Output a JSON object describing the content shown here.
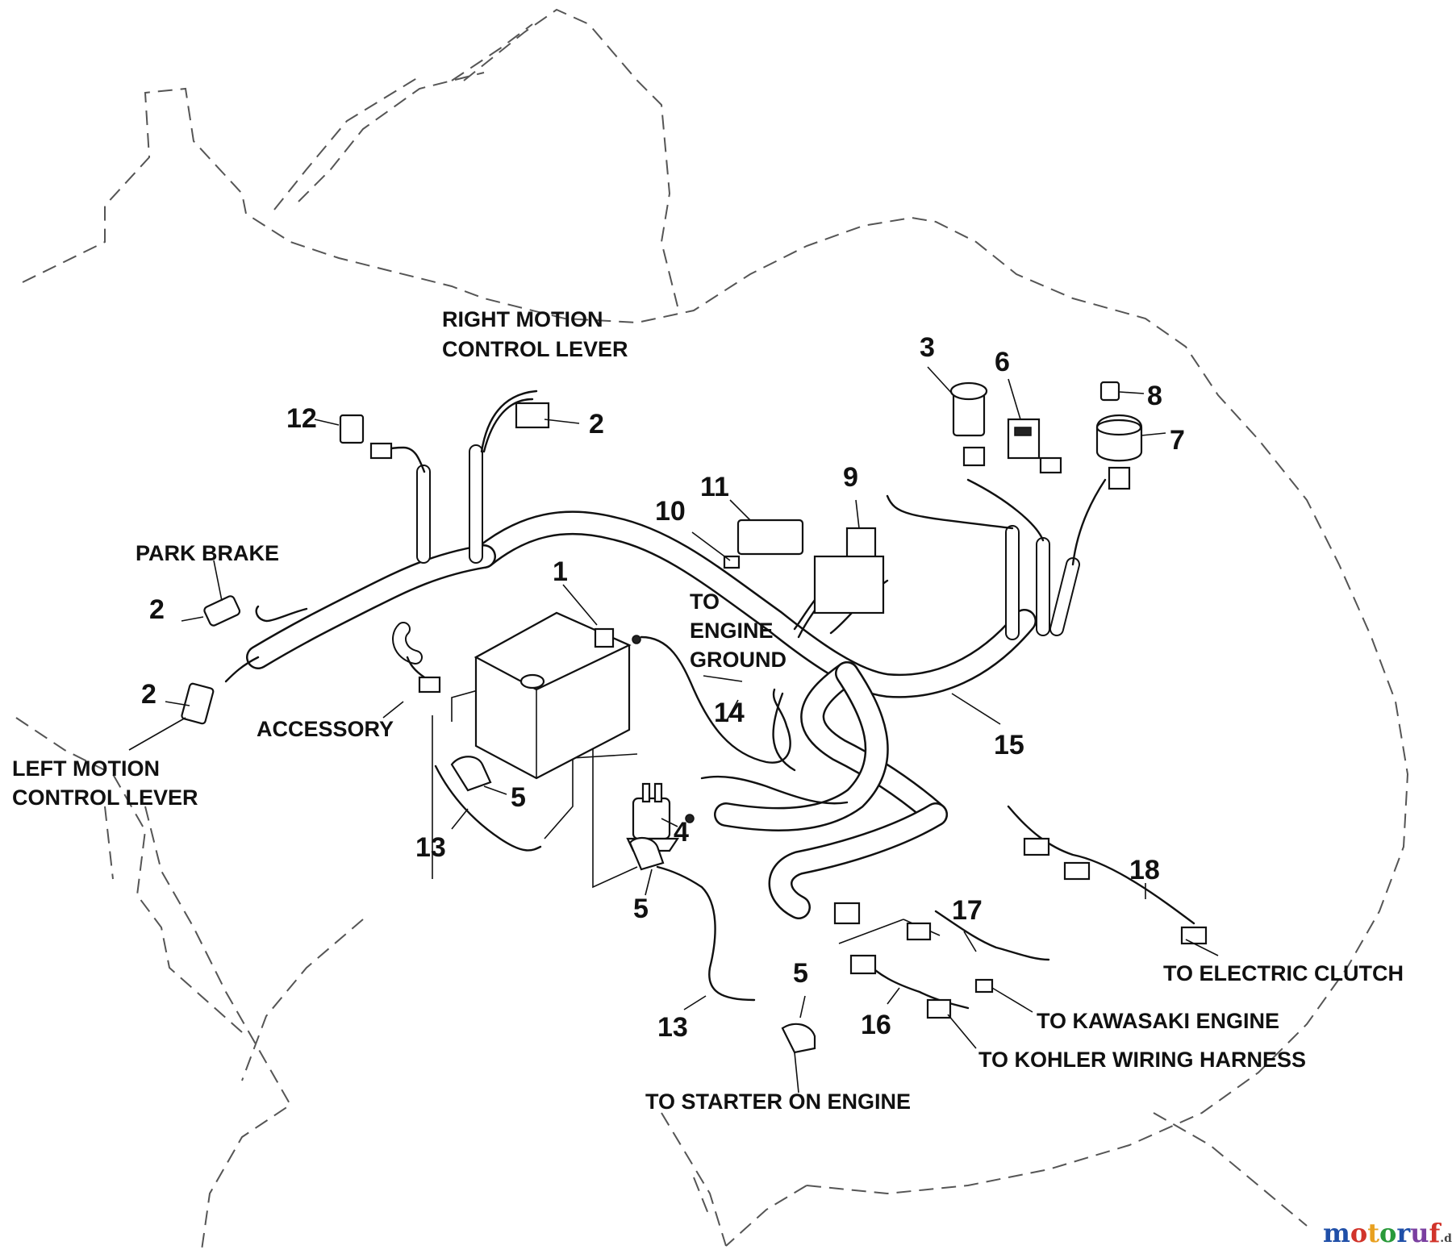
{
  "callouts": {
    "n1": "1",
    "n2a": "2",
    "n2b": "2",
    "n2c": "2",
    "n3": "3",
    "n4": "4",
    "n5a": "5",
    "n5b": "5",
    "n5c": "5",
    "n6": "6",
    "n7": "7",
    "n8": "8",
    "n9": "9",
    "n10": "10",
    "n11": "11",
    "n12": "12",
    "n13a": "13",
    "n13b": "13",
    "n14": "14",
    "n15": "15",
    "n16": "16",
    "n17": "17",
    "n18": "18"
  },
  "labels": {
    "right_motion_1": "RIGHT MOTION",
    "right_motion_2": "CONTROL LEVER",
    "park_brake": "PARK BRAKE",
    "left_motion_1": "LEFT MOTION",
    "left_motion_2": "CONTROL LEVER",
    "accessory": "ACCESSORY",
    "engine_ground_1": "TO",
    "engine_ground_2": "ENGINE",
    "engine_ground_3": "GROUND",
    "electric_clutch": "TO ELECTRIC CLUTCH",
    "kawasaki": "TO KAWASAKI ENGINE",
    "kohler": "TO KOHLER WIRING HARNESS",
    "starter": "TO STARTER ON ENGINE"
  },
  "watermark": {
    "letters": [
      "m",
      "o",
      "t",
      "o",
      "r",
      "u",
      "f"
    ],
    "suffix": ".de"
  },
  "colors": {
    "line": "#111111",
    "outline": "#555555",
    "background": "#ffffff",
    "watermark_letters": [
      "#1f4fa8",
      "#d1342b",
      "#e8a020",
      "#2a9a3a",
      "#1f4fa8",
      "#7a3fa0",
      "#d1342b"
    ]
  }
}
